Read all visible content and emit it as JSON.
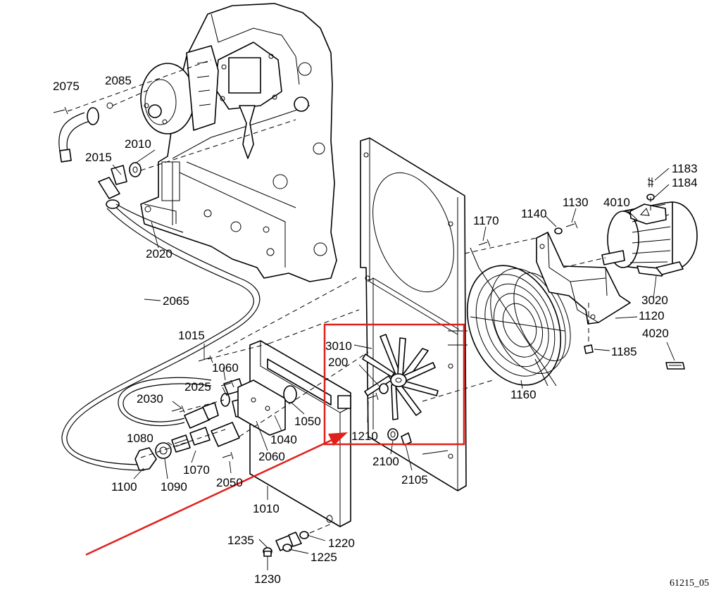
{
  "diagram": {
    "document_id": "61215_05",
    "highlight_color": "#e0201b",
    "labels": {
      "p2075": "2075",
      "p2085": "2085",
      "p2010": "2010",
      "p2015": "2015",
      "p2020": "2020",
      "p2065": "2065",
      "p1015": "1015",
      "p1060": "1060",
      "p2025": "2025",
      "p2030": "2030",
      "p1080": "1080",
      "p1070": "1070",
      "p1100": "1100",
      "p1090": "1090",
      "p2050": "2050",
      "p2060": "2060",
      "p1040": "1040",
      "p1050": "1050",
      "p1010": "1010",
      "p1235": "1235",
      "p1225": "1225",
      "p1220": "1220",
      "p1230": "1230",
      "p3010": "3010",
      "p200": "200",
      "p1210": "1210",
      "p2100": "2100",
      "p2105": "2105",
      "p1170": "1170",
      "p1140": "1140",
      "p1130": "1130",
      "p4010": "4010",
      "p1183": "1183",
      "p1184": "1184",
      "p3020": "3020",
      "p1120": "1120",
      "p4020": "4020",
      "p1185": "1185",
      "p1160": "1160"
    }
  }
}
